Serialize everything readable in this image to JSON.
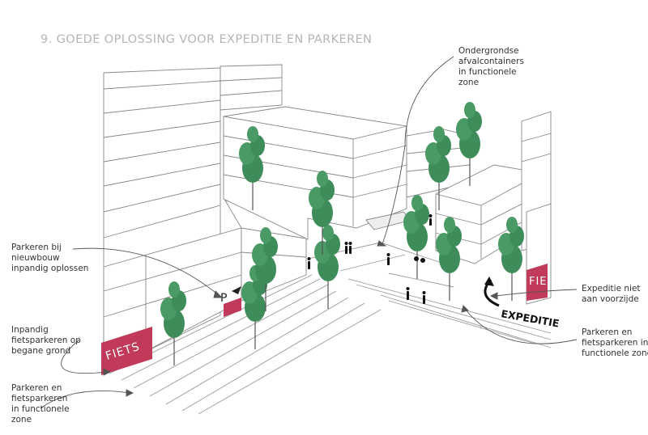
{
  "title": "9. GOEDE OPLOSSING VOOR EXPEDITIE  EN PARKEREN",
  "annotations": {
    "underground_containers": [
      "Ondergrondse",
      "afvalcontainers",
      "in functionele",
      "zone"
    ],
    "parking_indoor": [
      "Parkeren bij",
      "nieuwbouw",
      "inpandig oplossen"
    ],
    "bike_indoor": [
      "Inpandig",
      "fietsparkeren op",
      "begane grond"
    ],
    "parking_left": [
      "Parkeren en",
      "fietsparkeren",
      "in functionele",
      "zone"
    ],
    "expedition_not_front": [
      "Expeditie niet",
      "aan voorzijde"
    ],
    "parking_right": [
      "Parkeren en",
      "fietsparkeren in",
      "functionele zone"
    ]
  },
  "signs": {
    "fiets_left": "FIETS",
    "fiets_right": "FIE",
    "parking": "P",
    "expeditie": "EXPEDITIE"
  },
  "colors": {
    "title": "#b5b5b5",
    "tree": "#3d8c5a",
    "sign": "#c23a5a",
    "line": "#666666"
  }
}
